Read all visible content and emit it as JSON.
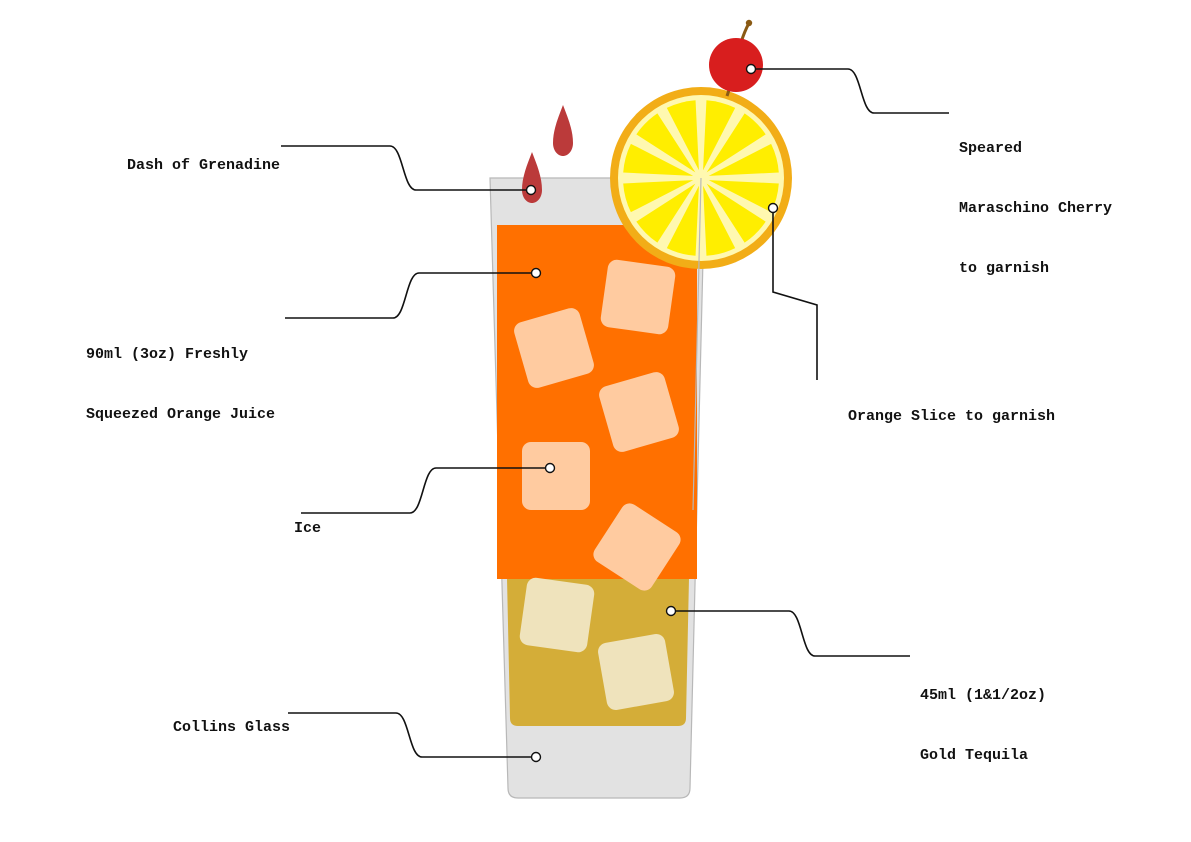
{
  "colors": {
    "background": "#ffffff",
    "glass_fill": "#e2e2e2",
    "glass_outline": "#b8b8b8",
    "orange_juice": "#ff7000",
    "tequila": "#d4ad38",
    "ice_on_juice": "#ffcba0",
    "ice_on_tequila": "#efe3bc",
    "grenadine": "#bb3a3a",
    "cherry": "#d81e1e",
    "cherry_stem": "#8a5a14",
    "orange_peel": "#f2ad17",
    "orange_pith": "#fff8b0",
    "orange_segment": "#ffee00",
    "leader_line": "#111111"
  },
  "icons": {
    "glass": "collins-glass-icon",
    "cherry": "maraschino-cherry-icon",
    "orange_slice": "orange-slice-icon",
    "grenadine": "grenadine-drop-icon",
    "ice": "ice-cube-icon"
  },
  "labels": {
    "grenadine": "Dash of Grenadine",
    "orange_juice_line1": "90ml (3oz) Freshly",
    "orange_juice_line2": "Squeezed Orange Juice",
    "ice": "Ice",
    "glass": "Collins Glass",
    "cherry_line1": "Speared",
    "cherry_line2": "Maraschino Cherry",
    "cherry_line3": "to garnish",
    "orange_slice": "Orange Slice to garnish",
    "tequila_line1": "45ml (1&1/2oz)",
    "tequila_line2": "Gold Tequila"
  }
}
